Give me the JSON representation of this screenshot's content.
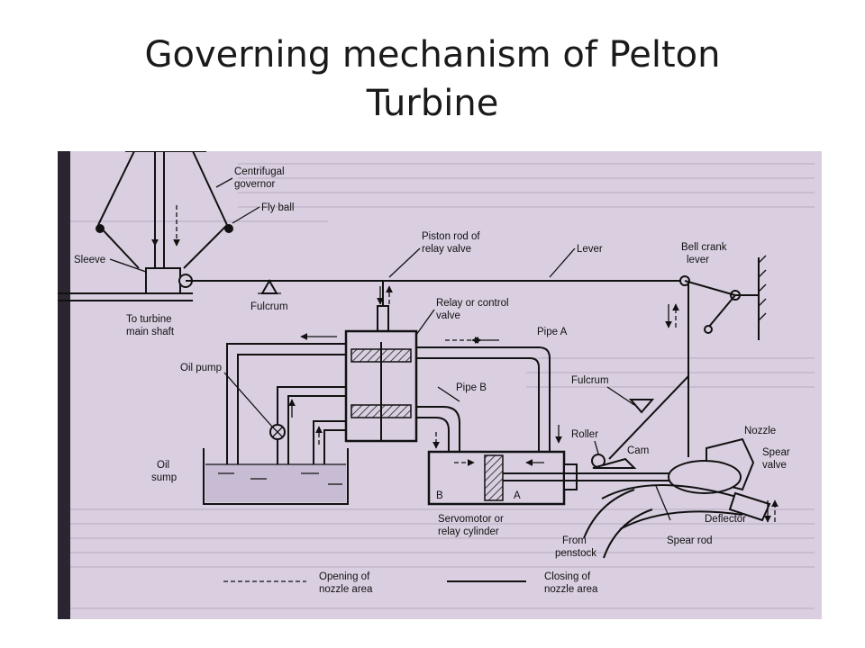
{
  "slide": {
    "title_line1": "Governing mechanism of Pelton",
    "title_line2": "Turbine"
  },
  "diagram": {
    "labels": {
      "centrifugal": "Centrifugal",
      "governor": "governor",
      "fly_ball": "Fly ball",
      "sleeve": "Sleeve",
      "to_turbine": "To turbine",
      "main_shaft": "main shaft",
      "fulcrum_top": "Fulcrum",
      "piston_rod_1": "Piston rod of",
      "piston_rod_2": "relay valve",
      "lever": "Lever",
      "bell_crank_1": "Bell crank",
      "bell_crank_2": "lever",
      "relay_valve_1": "Relay or control",
      "relay_valve_2": "valve",
      "pipe_a": "Pipe A",
      "oil_pump": "Oil pump",
      "pipe_b": "Pipe B",
      "fulcrum_right": "Fulcrum",
      "roller": "Roller",
      "cam": "Cam",
      "nozzle": "Nozzle",
      "spear_valve_1": "Spear",
      "spear_valve_2": "valve",
      "oil_sump_1": "Oil",
      "oil_sump_2": "sump",
      "cyl_b": "B",
      "cyl_a": "A",
      "servomotor_1": "Servomotor or",
      "servomotor_2": "relay cylinder",
      "from_penstock_1": "From",
      "from_penstock_2": "penstock",
      "deflector": "Deflector",
      "spear_rod": "Spear rod",
      "legend_opening_1": "Opening of",
      "legend_opening_2": "nozzle area",
      "legend_closing_1": "Closing of",
      "legend_closing_2": "nozzle area"
    }
  }
}
